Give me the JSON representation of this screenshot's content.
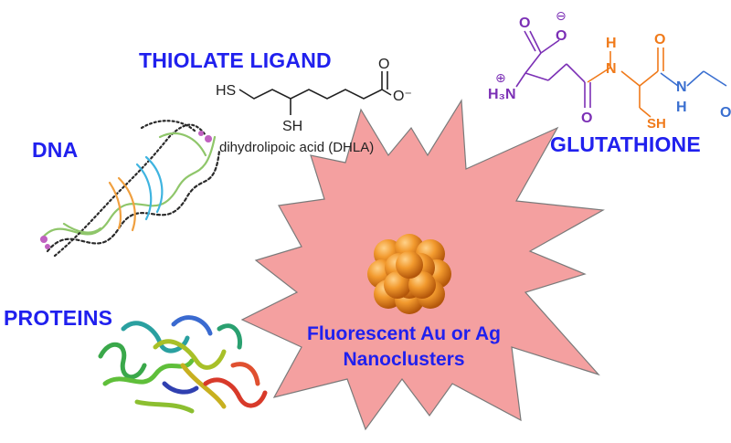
{
  "labels": {
    "thiolate": "THIOLATE LIGAND",
    "dna": "DNA",
    "glutathione": "GLUTATHIONE",
    "proteins": "PROTEINS",
    "center_line1": "Fluorescent Au or Ag",
    "center_line2": "Nanoclusters"
  },
  "dhla": {
    "name": "dihydrolipoic acid (DHLA)",
    "hs": "HS",
    "sh": "SH",
    "o": "O",
    "o_minus": "O⁻"
  },
  "gsh": {
    "h3n": "H₃N",
    "plus": "⊕",
    "o_top": "O",
    "minus": "⊖",
    "nh_h": "H",
    "n1": "N",
    "o_orange": "O",
    "o_purple": "O",
    "sh": "SH",
    "n2": "N",
    "h2": "H",
    "o_blue": "O"
  },
  "colors": {
    "label": "#2020ee",
    "burst": "#f4a0a0",
    "burst_stroke": "#7a7a7a",
    "gold": "#e88a1a",
    "purple": "#7b2fb5",
    "orange": "#f07a1a",
    "blue": "#3a6fd0"
  }
}
